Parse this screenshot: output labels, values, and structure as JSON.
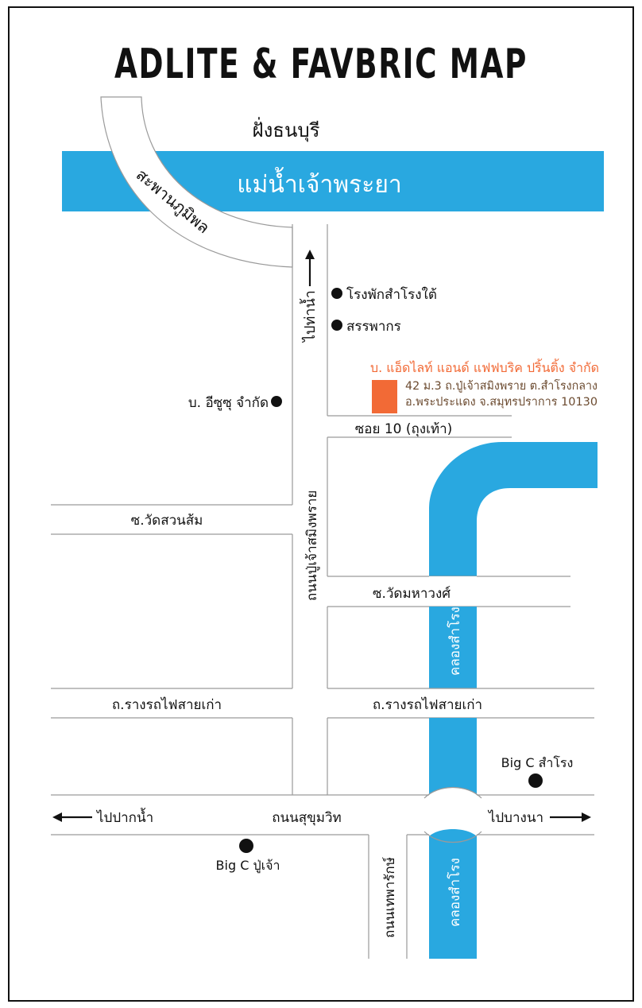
{
  "title": "ADLITE & FAVBRIC MAP",
  "colors": {
    "river": "#29a8e0",
    "canal": "#29a8e0",
    "company_marker": "#f26a36",
    "company_name": "#f26a36",
    "address": "#6b4a2f",
    "road_edge": "#9a9a9a",
    "text": "#111111"
  },
  "labels": {
    "thonburi_side": "ฝั่งธนบุรี",
    "river": "แม่น้ำเจ้าพระยา",
    "bridge": "สะพานภูมิพล",
    "to_pier": "ไปท่าน้ำ",
    "samrong_tai_hospital": "โรงพักสำโรงใต้",
    "revenue_office": "สรรพากร",
    "company_name": "บ. แอ็ดไลท์ แอนด์ แฟฟบริค ปริ้นติ้ง จำกัด",
    "company_address_1": "42 ม.3 ถ.ปู่เจ้าสมิงพราย ต.สำโรงกลาง",
    "company_address_2": "อ.พระประแดง จ.สมุทรปราการ 10130",
    "isuzu": "บ. อีซูซุ จำกัด",
    "soi_10": "ซอย 10 (ถุงเท้า)",
    "soi_wat_suan_som": "ซ.วัดสวนส้ม",
    "pu_chao_road": "ถนนปู่เจ้าสมิงพราย",
    "soi_wat_mahawong": "ซ.วัดมหาวงศ์",
    "canal_1": "คลองสำโรง",
    "old_railway_left": "ถ.รางรถไฟสายเก่า",
    "old_railway_right": "ถ.รางรถไฟสายเก่า",
    "bigc_samrong": "Big C สำโรง",
    "to_paknam": "ไปปากน้ำ",
    "sukhumvit": "ถนนสุขุมวิท",
    "to_bangna": "ไปบางนา",
    "bigc_puchao": "Big C ปู่เจ้า",
    "thepharak": "ถนนเทพารักษ์",
    "canal_2": "คลองสำโรง"
  }
}
